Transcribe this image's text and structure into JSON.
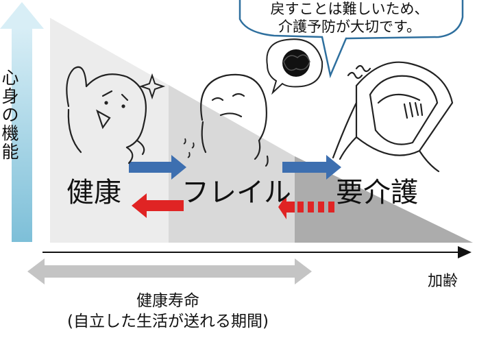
{
  "speech_bubble": {
    "line1": "戻すことは難しいため、",
    "line2": "介護予防が大切です。"
  },
  "y_axis_label": "心身の機能",
  "x_axis_label": "加齢",
  "stages": [
    "健康",
    "フレイル",
    "要介護"
  ],
  "healthy_life": {
    "title": "健康寿命",
    "subtitle": "(自立した生活が送れる期間)"
  },
  "colors": {
    "forward_arrow": "#3d6fb0",
    "backward_arrow": "#e02424",
    "vertical_axis": "#8fc9de",
    "zone_light": "#ececec",
    "zone_mid": "#d8d8d8",
    "zone_dark": "#ababab",
    "span_arrow": "#c4c4c4"
  },
  "icons": [
    "sparkle-icon",
    "scribble-thought-icon",
    "sweat-drops-icon",
    "bed-icon"
  ]
}
